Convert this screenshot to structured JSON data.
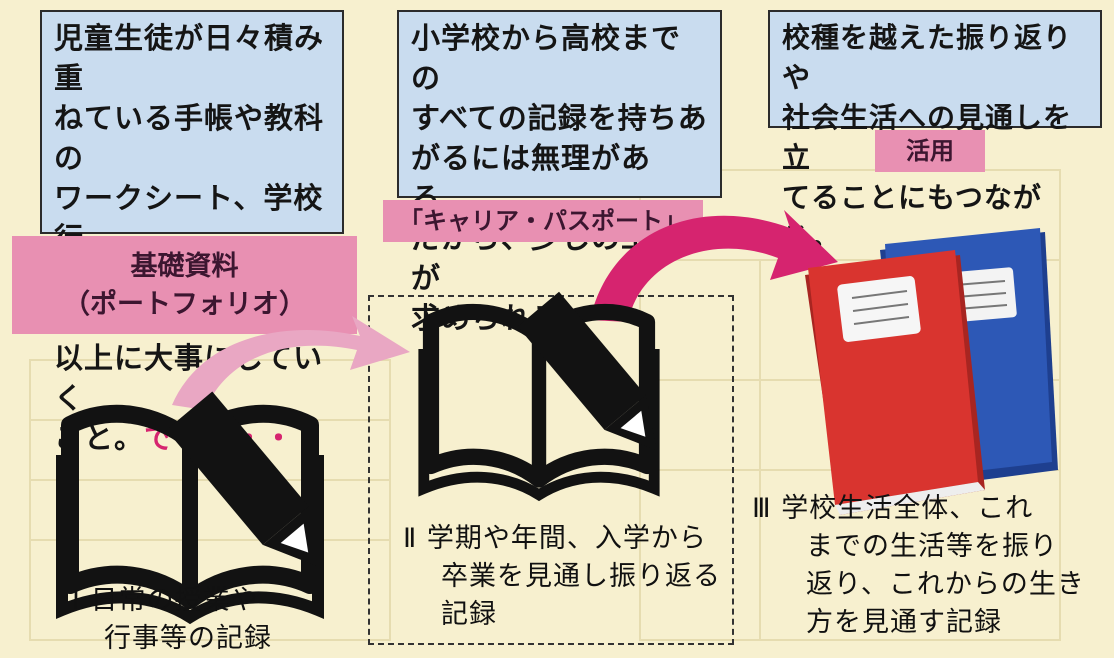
{
  "boxes": {
    "left": {
      "text": "児童生徒が日々積み重\nねている手帳や教科の\nワークシート、学校行\n事等の記録をこれまで\n以上に大事にしていく\nこと。",
      "accent": "でも・・・"
    },
    "middle": {
      "text": "小学校から高校までの\nすべての記録を持ちあ\nがるには無理がある。\nだから、少しの工夫が\n求められる。"
    },
    "right": {
      "text": "校種を越えた振り返りや\n社会生活への見通しを立\nてることにもつながる。"
    }
  },
  "labels": {
    "kiso_line1": "基礎資料",
    "kiso_line2": "（ポートフォリオ）",
    "passport": "「キャリア・パスポート」",
    "katsuyo": "活用"
  },
  "captions": {
    "c1_line1": "Ⅰ 日常の授業や",
    "c1_line2": "行事等の記録",
    "c2_line1": "Ⅱ 学期や年間、入学から",
    "c2_line2": "卒業を見通し振り返る",
    "c2_line3": "記録",
    "c3_line1": "Ⅲ 学校生活全体、これ",
    "c3_line2": "までの生活等を振り",
    "c3_line3": "返り、これからの生き",
    "c3_line4": "方を見通す記録"
  },
  "colors": {
    "note_bg": "#c9dcef",
    "pink_label": "#e890b2",
    "arrow": "#e9a7c3",
    "arrow_dark": "#d6246f",
    "red_book": "#d9342f",
    "blue_book": "#2d58b6",
    "icon": "#121212"
  },
  "icons": [
    "open-book-pencil-icon",
    "notebook-stack-icon"
  ]
}
